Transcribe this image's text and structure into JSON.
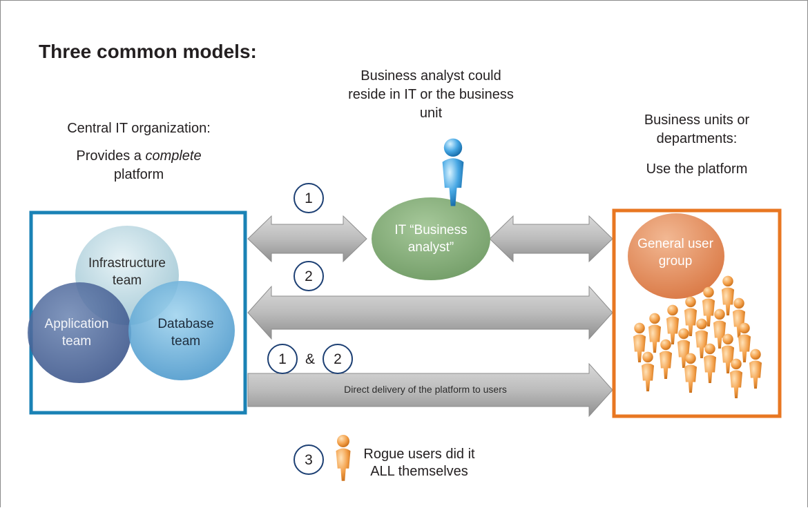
{
  "title": "Three common models:",
  "central_it": {
    "heading": "Central IT organization:",
    "sub_prefix": "Provides a ",
    "sub_emphasis": "complete",
    "sub_suffix": "platform",
    "teams": {
      "infrastructure": "Infrastructure team",
      "application": "Application team",
      "database": "Database team"
    },
    "border_color": "#1a82b5"
  },
  "analyst": {
    "caption": "Business analyst could reside in IT or the business unit",
    "label": "IT “Business analyst”"
  },
  "business_units": {
    "heading": "Business units or departments:",
    "sub": "Use the platform",
    "group_label": "General user group",
    "border_color": "#e87722"
  },
  "paths": {
    "model1_number": "1",
    "model2_number": "2",
    "combined_first": "1",
    "combined_amp": "&",
    "combined_second": "2",
    "direct_label": "Direct delivery of the platform to users"
  },
  "rogue": {
    "number": "3",
    "label": "Rogue users did it ALL themselves"
  }
}
